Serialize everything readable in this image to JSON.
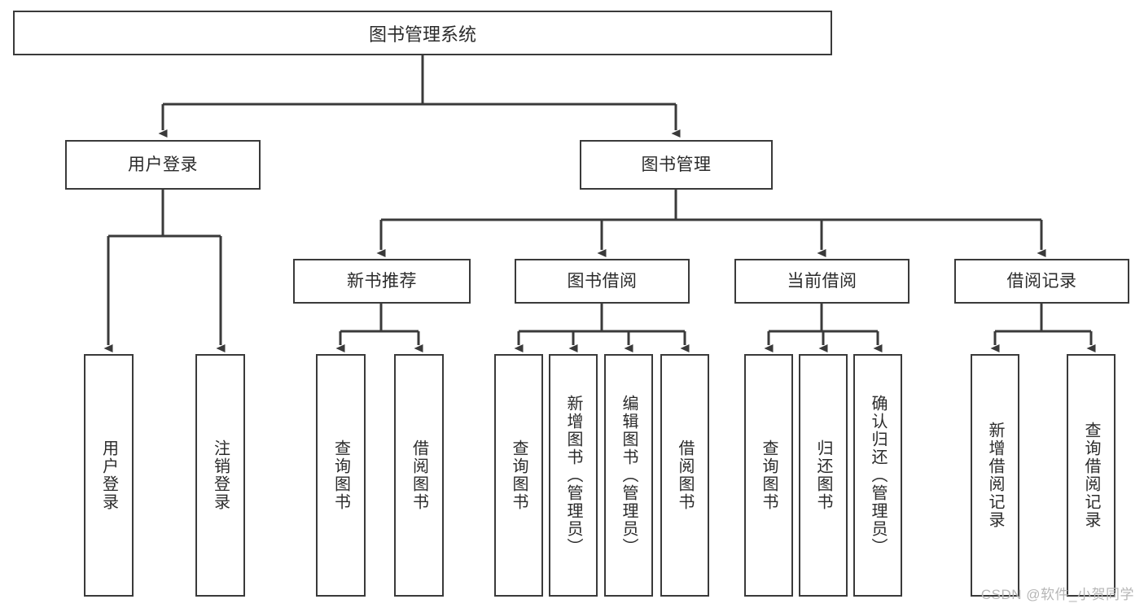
{
  "diagram": {
    "title": "图书管理系统",
    "type": "tree",
    "colors": {
      "stroke": "#3a3a3a",
      "text": "#2b2b2b",
      "background": "#ffffff",
      "watermark": "#b6b6b6"
    },
    "root": {
      "label": "图书管理系统"
    },
    "level2": [
      {
        "id": "user-login",
        "label": "用户登录"
      },
      {
        "id": "book-manage",
        "label": "图书管理"
      }
    ],
    "level3": [
      {
        "id": "new-book-recommend",
        "label": "新书推荐",
        "parent": "book-manage"
      },
      {
        "id": "book-borrow",
        "label": "图书借阅",
        "parent": "book-manage"
      },
      {
        "id": "current-borrow",
        "label": "当前借阅",
        "parent": "book-manage"
      },
      {
        "id": "borrow-record",
        "label": "借阅记录",
        "parent": "book-manage"
      }
    ],
    "leaves": [
      {
        "id": "leaf-user-login",
        "label": "用户登录",
        "parent": "user-login"
      },
      {
        "id": "leaf-logout-login",
        "label": "注销登录",
        "parent": "user-login"
      },
      {
        "id": "leaf-query-book-1",
        "label": "查询图书",
        "parent": "new-book-recommend"
      },
      {
        "id": "leaf-borrow-book-1",
        "label": "借阅图书",
        "parent": "new-book-recommend"
      },
      {
        "id": "leaf-query-book-2",
        "label": "查询图书",
        "parent": "book-borrow"
      },
      {
        "id": "leaf-add-book",
        "label": "新增图书（管理员）",
        "parent": "book-borrow"
      },
      {
        "id": "leaf-edit-book",
        "label": "编辑图书（管理员）",
        "parent": "book-borrow"
      },
      {
        "id": "leaf-borrow-book-2",
        "label": "借阅图书",
        "parent": "book-borrow"
      },
      {
        "id": "leaf-query-book-3",
        "label": "查询图书",
        "parent": "current-borrow"
      },
      {
        "id": "leaf-return-book",
        "label": "归还图书",
        "parent": "current-borrow"
      },
      {
        "id": "leaf-confirm-return",
        "label": "确认归还（管理员）",
        "parent": "current-borrow"
      },
      {
        "id": "leaf-add-record",
        "label": "新增借阅记录",
        "parent": "borrow-record"
      },
      {
        "id": "leaf-query-record",
        "label": "查询借阅记录",
        "parent": "borrow-record"
      }
    ],
    "watermark": "CSDN @软件_小贺同学"
  }
}
